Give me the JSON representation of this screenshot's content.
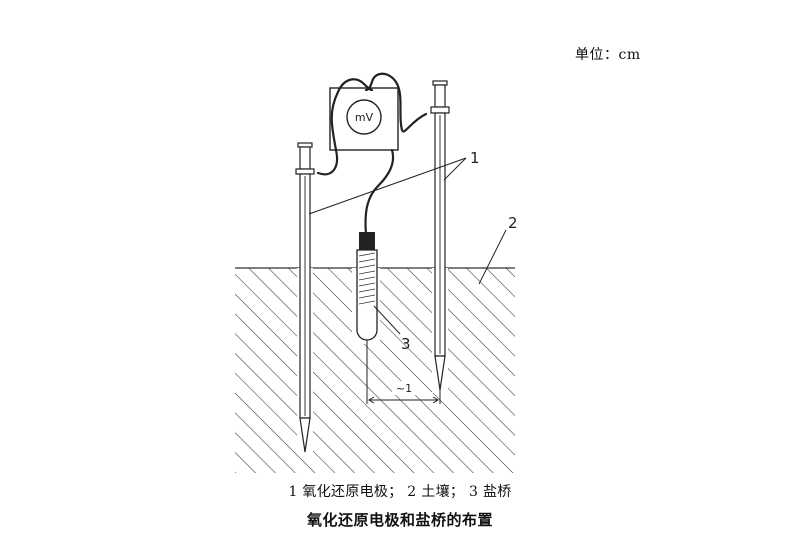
{
  "unit_label": "单位：cm",
  "meter_label": "mV",
  "callouts": {
    "electrode": "1",
    "soil": "2",
    "salt_bridge": "3"
  },
  "dimension_label": "~1",
  "legend": [
    {
      "num": "1",
      "text": "氧化还原电极；"
    },
    {
      "num": "2",
      "text": "土壤；"
    },
    {
      "num": "3",
      "text": "盐桥"
    }
  ],
  "caption": "氧化还原电极和盐桥的布置"
}
